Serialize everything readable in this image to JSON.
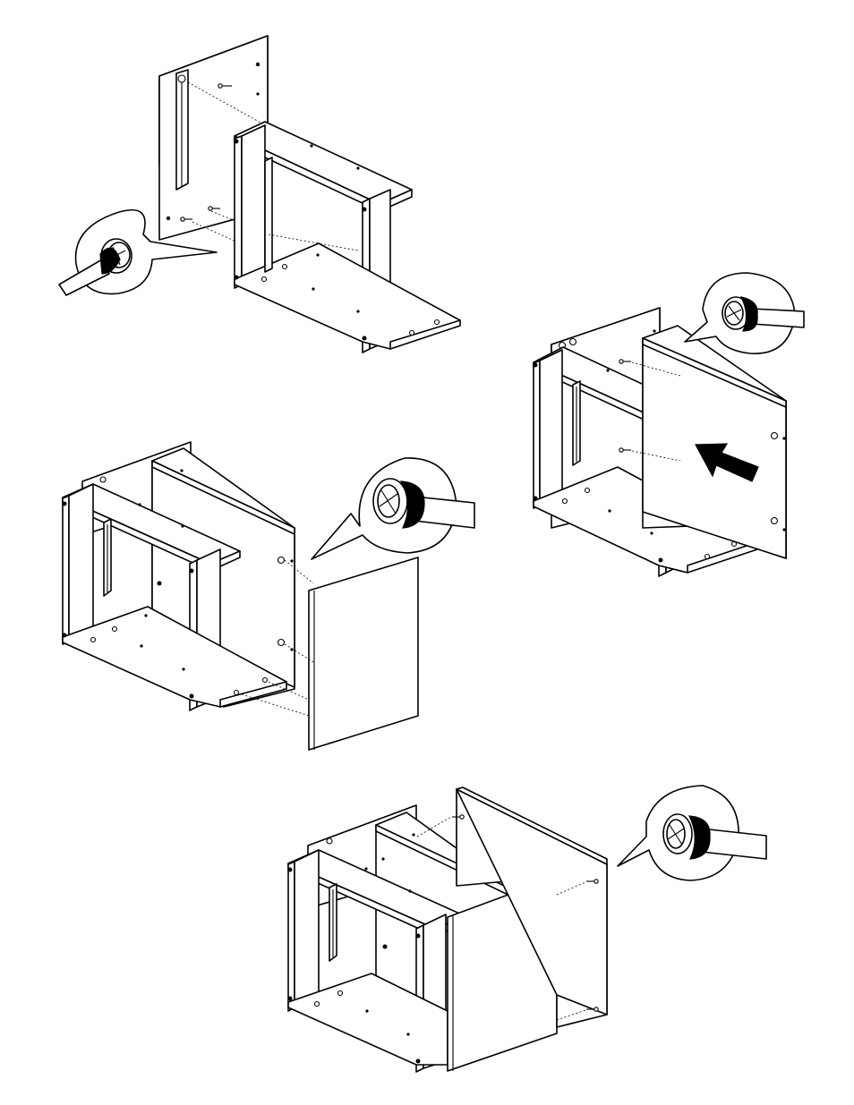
{
  "figure": {
    "kind": "assembly-instructions",
    "steps": [
      {
        "id": "step-1",
        "action": "attach-side-panel",
        "tool": "phillips-screwdriver-icon"
      },
      {
        "id": "step-2",
        "action": "attach-second-side-panel",
        "tool": "phillips-screwdriver-icon",
        "indicator": "push-arrow-icon"
      },
      {
        "id": "step-3",
        "action": "attach-front-panel",
        "tool": "phillips-screwdriver-icon"
      },
      {
        "id": "step-4",
        "action": "attach-back-panel",
        "tool": "phillips-screwdriver-icon"
      }
    ],
    "colors": {
      "line": "#000000",
      "panel": "#ffffff"
    }
  }
}
